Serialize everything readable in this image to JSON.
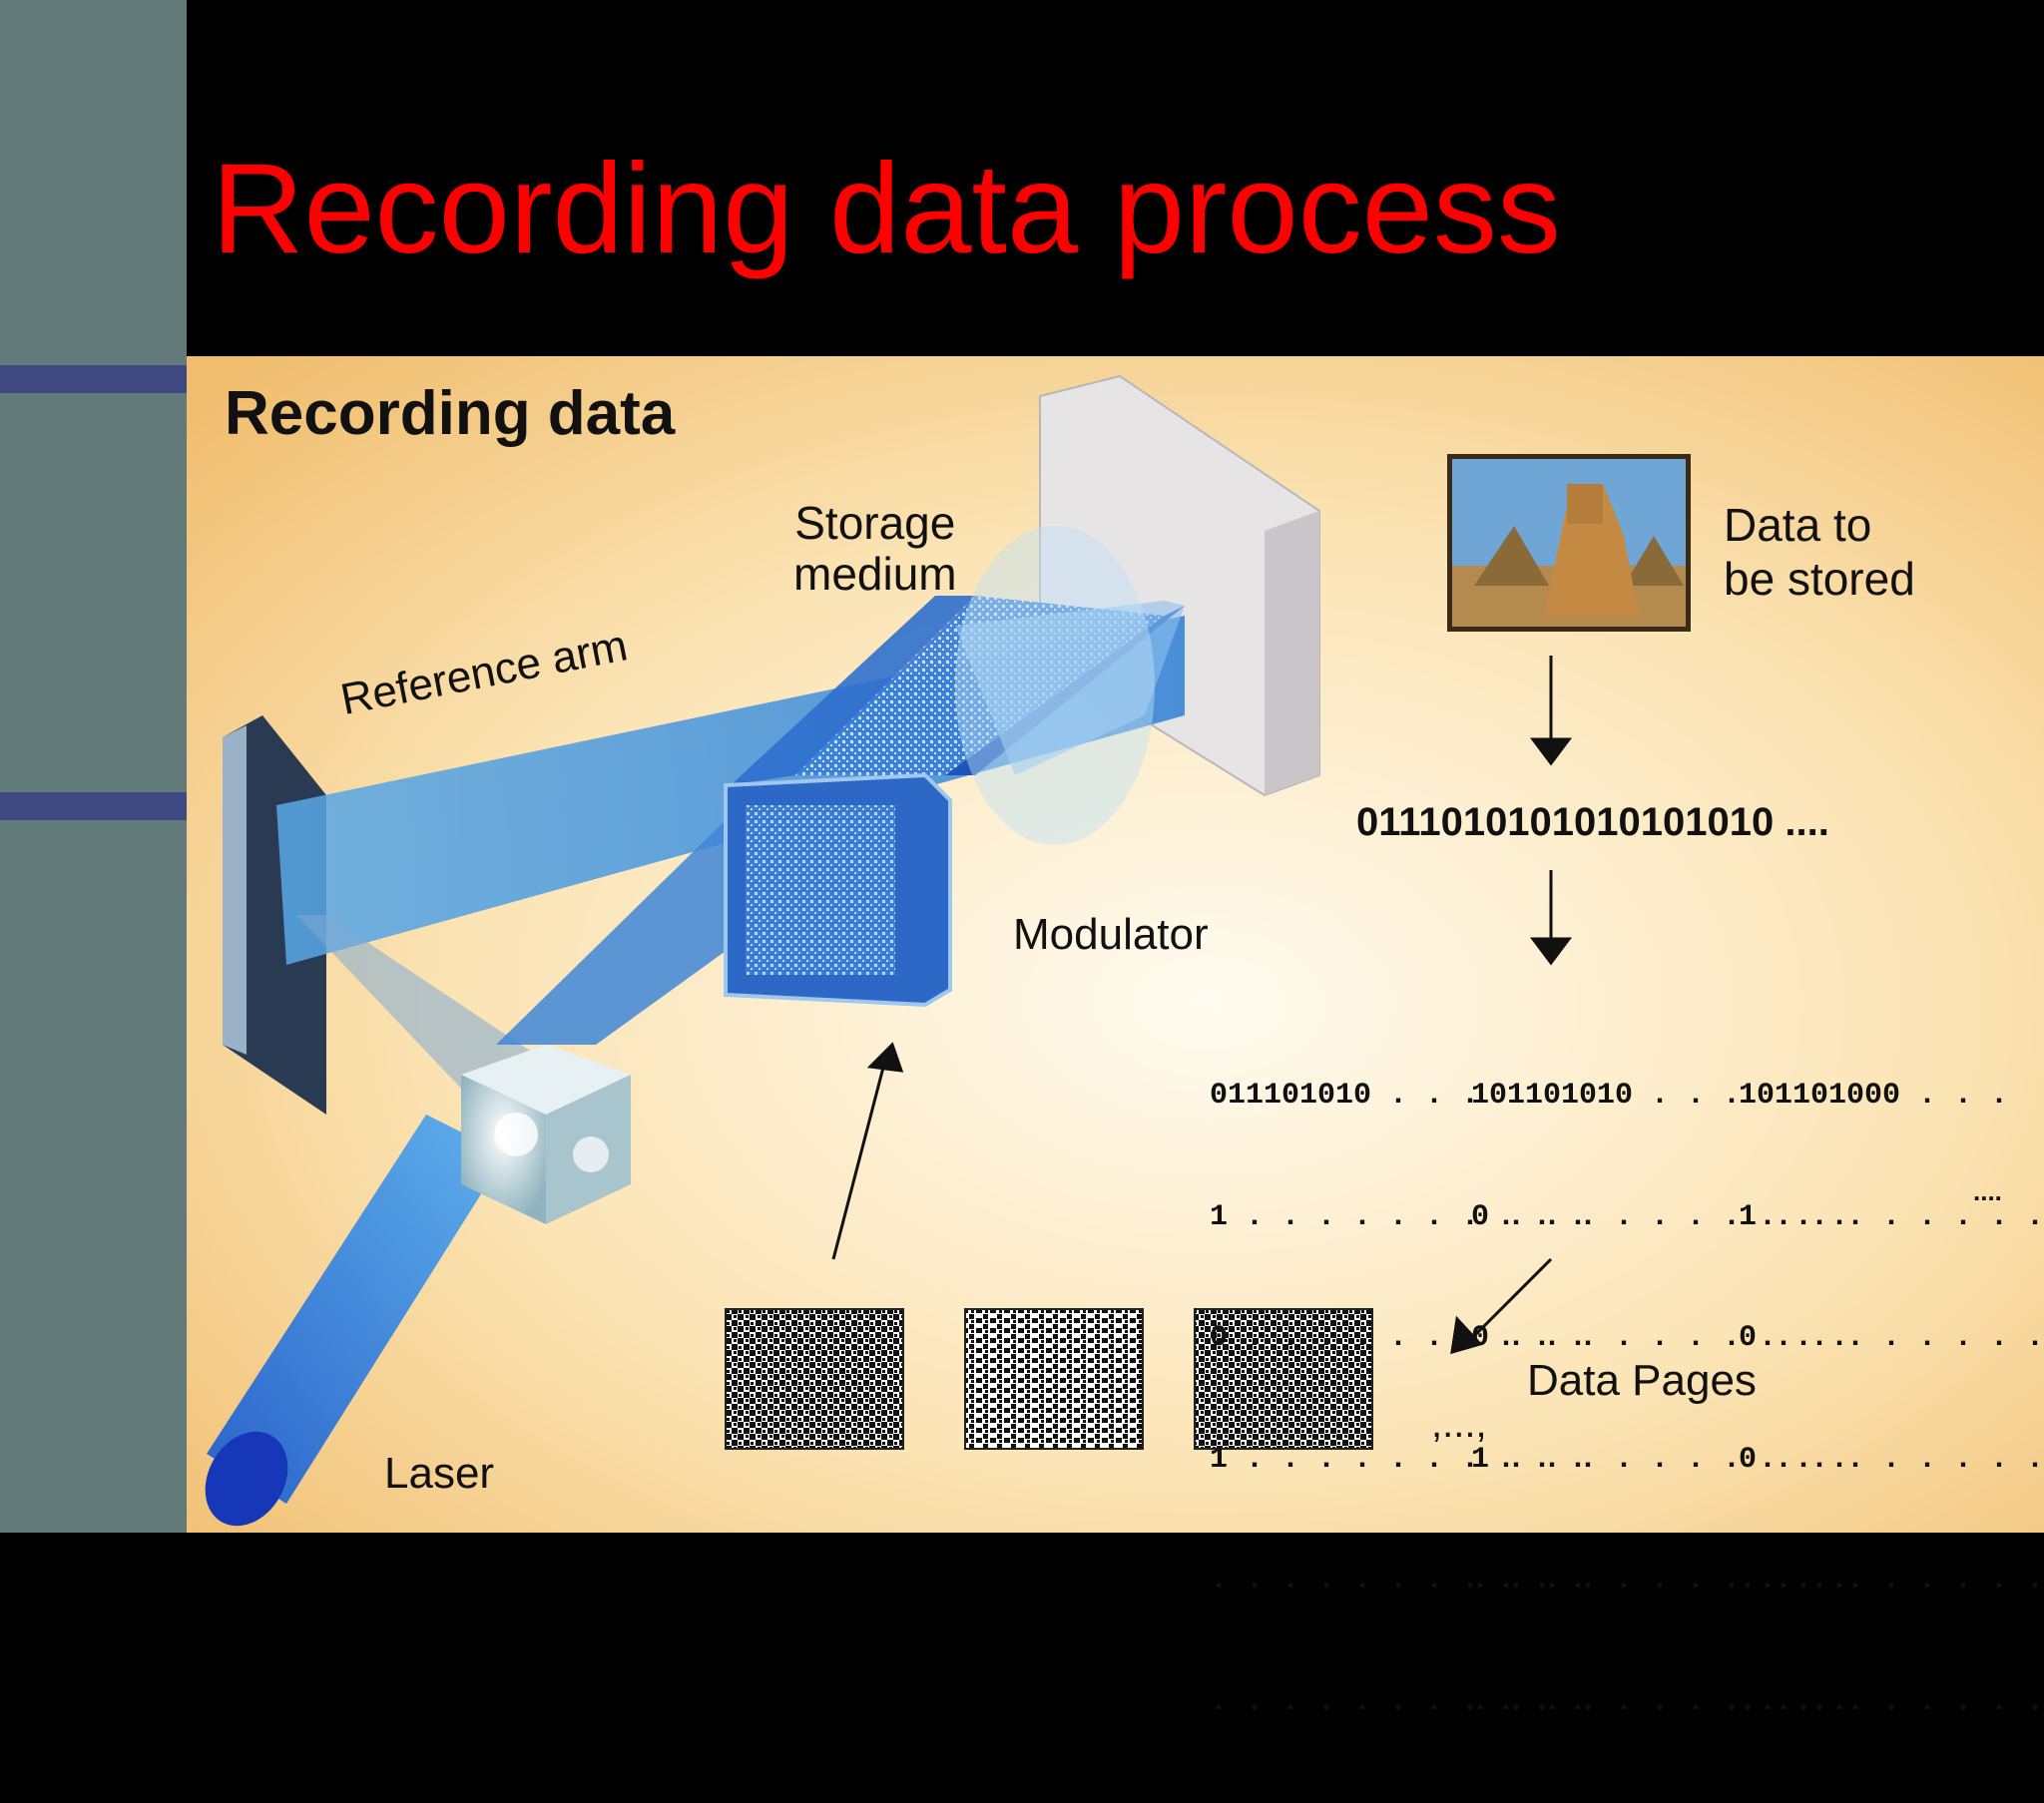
{
  "slide": {
    "title": "Recording data process",
    "title_color": "#ff0000",
    "background": "#000000",
    "sidebar_color": "#627a7a",
    "sidebar_stripe_color": "#3f4a82"
  },
  "figure": {
    "heading": "Recording data",
    "labels": {
      "storage_medium": "Storage\nmedium",
      "reference_arm": "Reference arm",
      "modulator": "Modulator",
      "data_to_be_stored": "Data to\nbe stored",
      "binary_stream": "0111010101010101010 ....",
      "data_pages": "Data Pages",
      "pages_ellipsis": ",...,",
      "laser": "Laser"
    },
    "data_page_columns": [
      [
        "011101010 . . .",
        "1 . . . . . . . . . .",
        "0 . . . . . . . . . .",
        "1 . . . . . . . . . .",
        ". . . . . . . . . . .",
        ". . . . . . . . . . ."
      ],
      [
        "101101010 . . .",
        "0 . . . . . . . . . .",
        "0 . . . . . . . . . .",
        "1 . . . . . . . . . .",
        ". . . . . . . . . . .",
        ". . . . . . . . . . ."
      ],
      [
        "101101000 . . .",
        "1 . . . . . . . . . .",
        "0 . . . . . . . . . .",
        "0 . . . . . . . . . .",
        ". . . . . . . . . . .",
        ". . . . . . . . . . ."
      ]
    ],
    "columns_trailing": "....",
    "image_subject": "sphinx-and-pyramids-photo",
    "colors": {
      "background_light": "#fff6dc",
      "background_warm": "#f3c477",
      "beam": "#3f8fd8",
      "beam_dark": "#1f55b8"
    }
  }
}
